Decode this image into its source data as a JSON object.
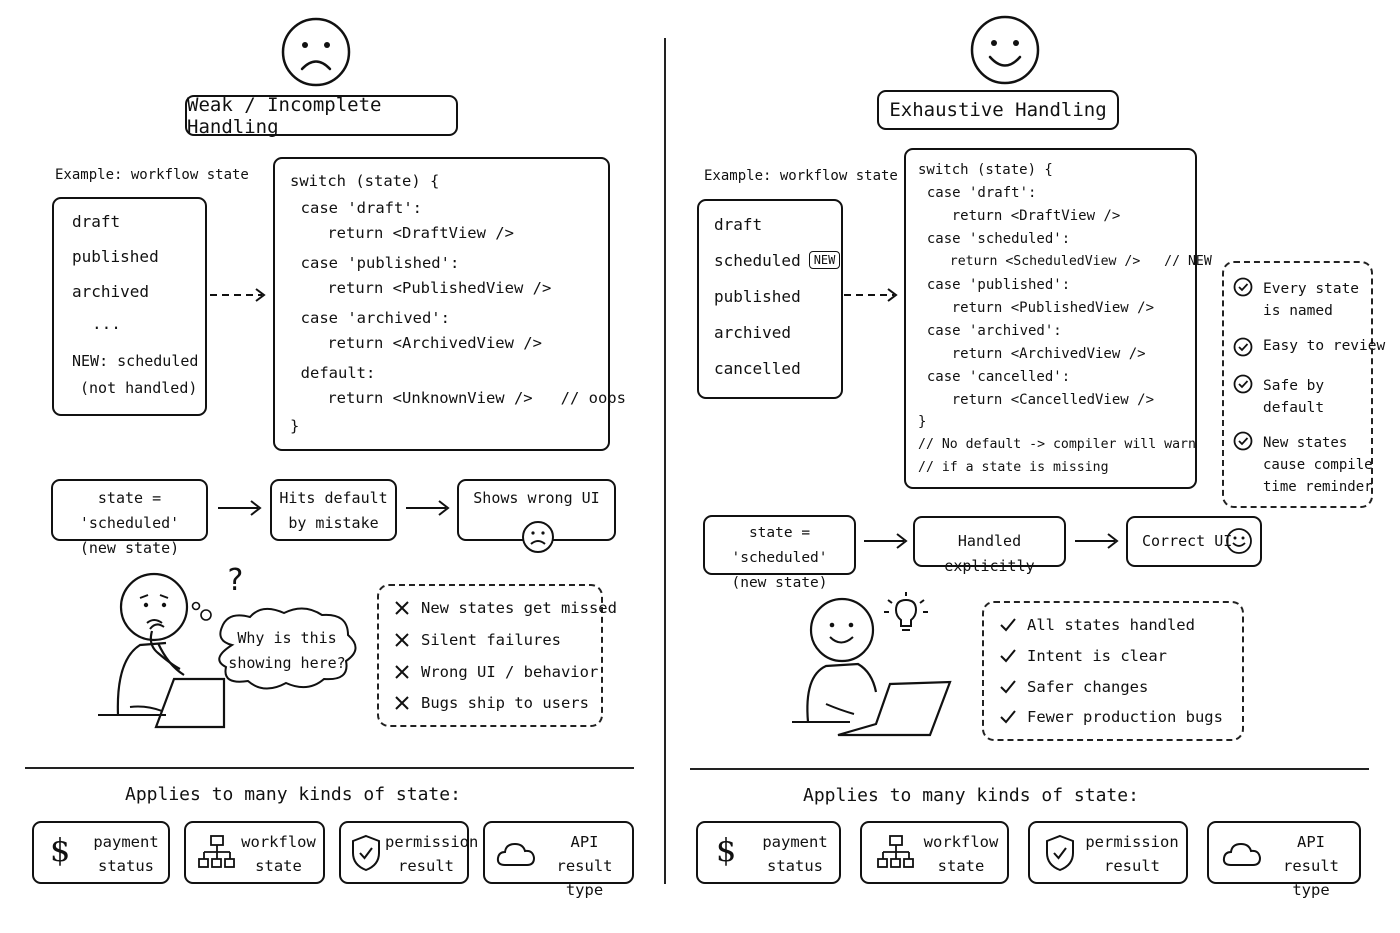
{
  "left": {
    "title": "Weak / Incomplete Handling",
    "example_label": "Example: workflow state",
    "states": [
      "draft",
      "published",
      "archived",
      "...",
      "NEW: scheduled",
      "(not handled)"
    ],
    "code": [
      "switch (state) {",
      "  case 'draft':",
      "    return <DraftView />",
      "  case 'published':",
      "    return <PublishedView />",
      "  case 'archived':",
      "    return <ArchivedView />",
      "  default:",
      "    return <UnknownView />   // oops",
      "}"
    ],
    "flow": {
      "input_line1": "state = 'scheduled'",
      "input_line2": "(new state)",
      "middle_line1": "Hits default",
      "middle_line2": "by mistake",
      "result": "Shows wrong UI"
    },
    "thought": {
      "question_mark": "?",
      "line1": "Why is this",
      "line2": "showing here?"
    },
    "problems": [
      "New states get missed",
      "Silent failures",
      "Wrong UI / behavior",
      "Bugs ship to users"
    ],
    "applies_title": "Applies to many kinds of state:",
    "kinds": [
      {
        "icon": "dollar-icon",
        "line1": "payment",
        "line2": "status"
      },
      {
        "icon": "org-chart-icon",
        "line1": "workflow",
        "line2": "state"
      },
      {
        "icon": "shield-check-icon",
        "line1": "permission",
        "line2": "result"
      },
      {
        "icon": "cloud-icon",
        "line1": "API",
        "line2": "result type"
      }
    ]
  },
  "right": {
    "title": "Exhaustive Handling",
    "example_label": "Example: workflow state",
    "states": [
      "draft",
      "scheduled",
      "published",
      "archived",
      "cancelled"
    ],
    "new_tag": "NEW",
    "code": [
      "switch (state) {",
      "  case 'draft':",
      "    return <DraftView />",
      "  case 'scheduled':",
      "    return <ScheduledView />   // NEW",
      "  case 'published':",
      "    return <PublishedView />",
      "  case 'archived':",
      "    return <ArchivedView />",
      "  case 'cancelled':",
      "    return <CancelledView />",
      "}",
      "// No default -> compiler will warn",
      "// if a state is missing"
    ],
    "benefits": [
      {
        "line1": "Every state",
        "line2": "is named"
      },
      {
        "line1": "Easy to review",
        "line2": ""
      },
      {
        "line1": "Safe by",
        "line2": "default"
      },
      {
        "line1": "New states",
        "line2": "cause compile",
        "line3": "time reminder"
      }
    ],
    "flow": {
      "input_line1": "state = 'scheduled'",
      "input_line2": "(new state)",
      "middle": "Handled explicitly",
      "result": "Correct UI"
    },
    "outcomes": [
      "All states handled",
      "Intent is clear",
      "Safer changes",
      "Fewer production bugs"
    ],
    "applies_title": "Applies to many kinds of state:",
    "kinds": [
      {
        "icon": "dollar-icon",
        "line1": "payment",
        "line2": "status"
      },
      {
        "icon": "org-chart-icon",
        "line1": "workflow",
        "line2": "state"
      },
      {
        "icon": "shield-check-icon",
        "line1": "permission",
        "line2": "result"
      },
      {
        "icon": "cloud-icon",
        "line1": "API",
        "line2": "result type"
      }
    ]
  },
  "symbols": {
    "dollar": "$"
  }
}
